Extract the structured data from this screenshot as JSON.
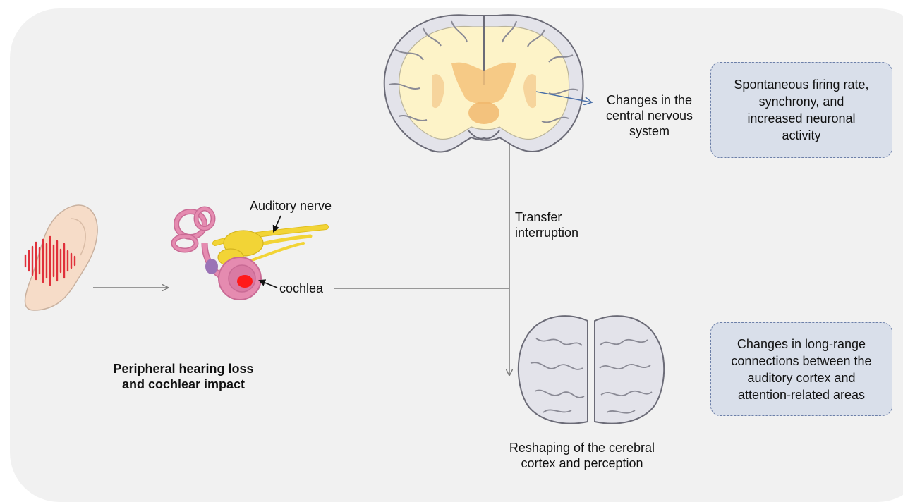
{
  "labels": {
    "auditory_nerve": "Auditory nerve",
    "cochlea": "cochlea",
    "peripheral": "Peripheral hearing loss\nand cochlear impact",
    "transfer": "Transfer\ninterruption",
    "cns": "Changes in the\ncentral nervous\nsystem",
    "reshaping": "Reshaping of the cerebral\ncortex and perception"
  },
  "boxes": {
    "firing": "Spontaneous firing rate,\nsynchrony, and\nincreased neuronal\nactivity",
    "connections": "Changes in long-range\nconnections between the\nauditory cortex and\nattention-related areas"
  },
  "colors": {
    "panel": "#f1f1f1",
    "box_fill": "#d9dfea",
    "box_border": "#6c7fa8",
    "sound_wave": "#e0303a",
    "ear": "#f6dcc8",
    "inner_ear": "#e58bb0",
    "nerve": "#f2d436",
    "brain_gray": "#e3e3ea",
    "brain_white": "#fdf3c8",
    "arrow_blue": "#4a6fa8"
  }
}
